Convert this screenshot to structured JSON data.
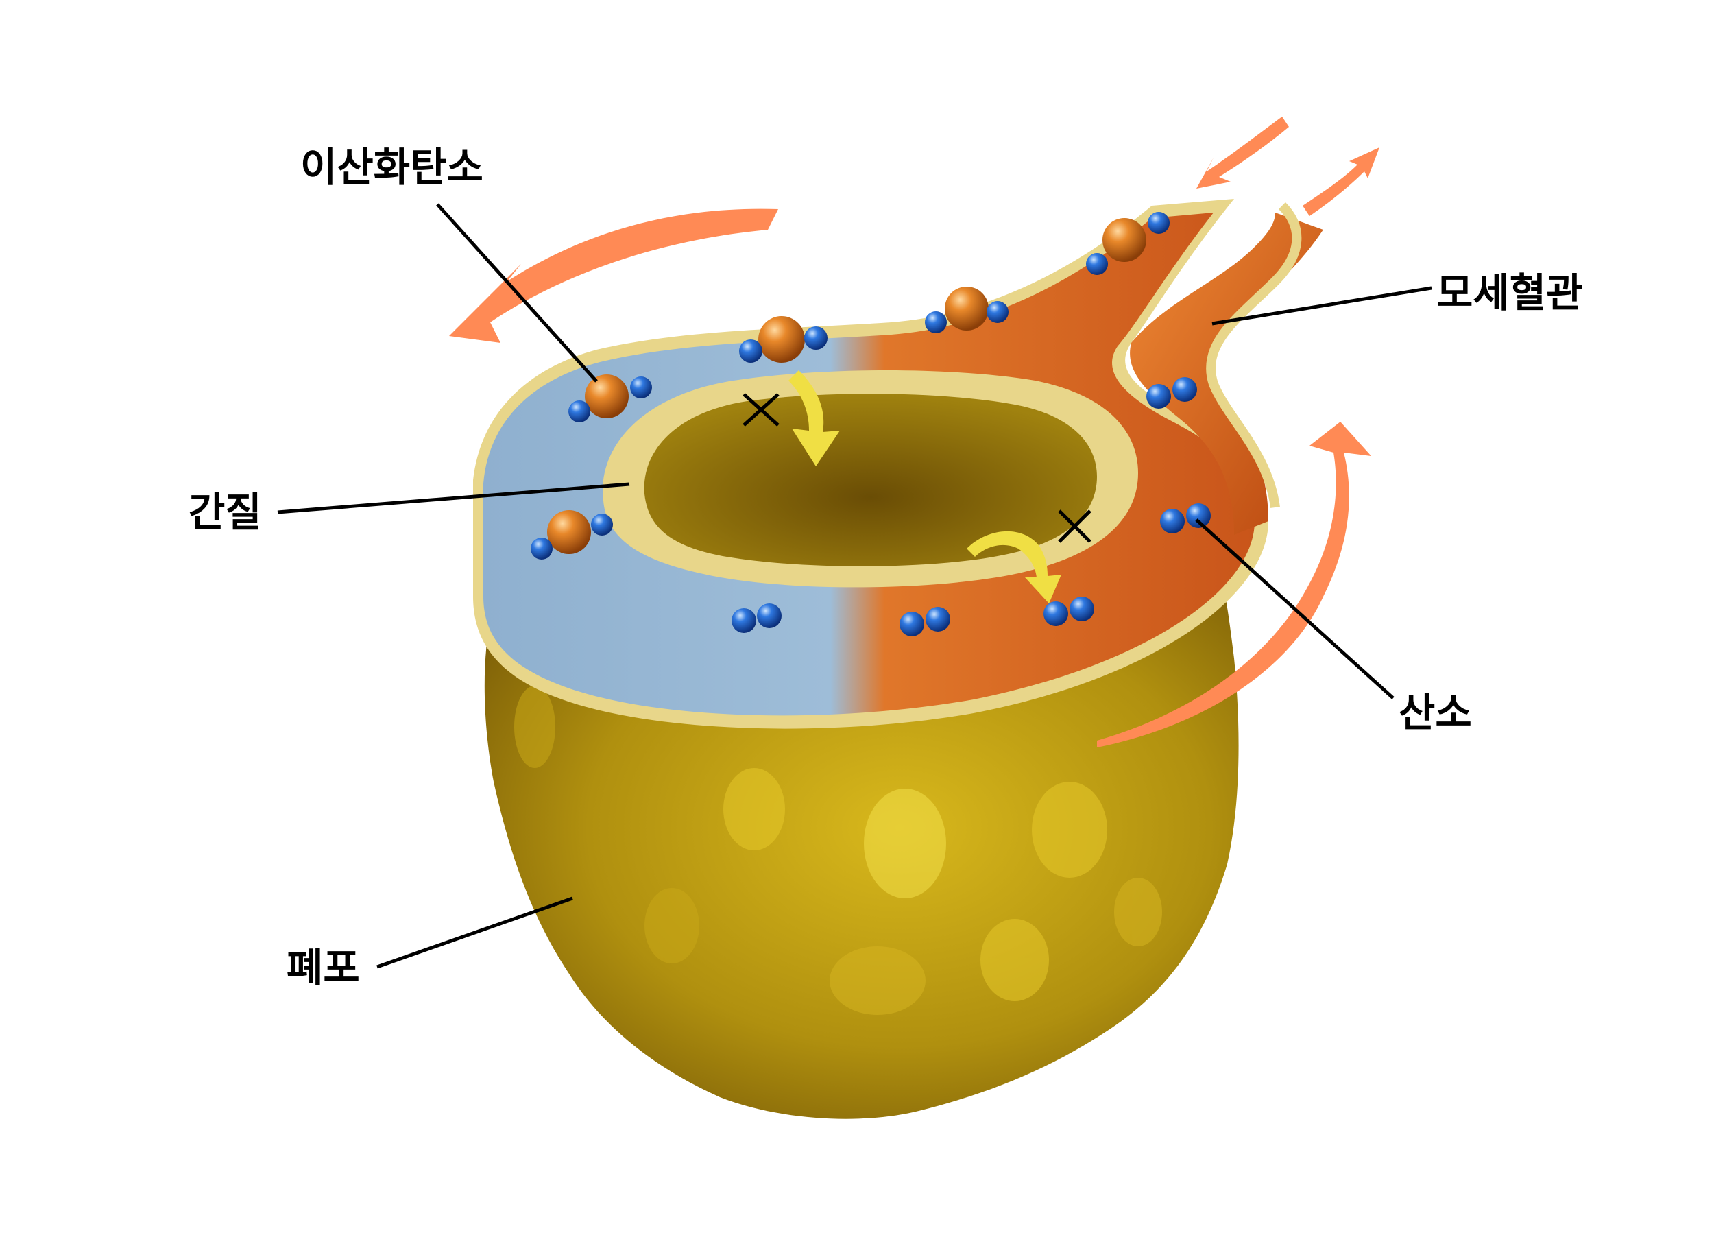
{
  "labels": {
    "carbon_dioxide": "이산화탄소",
    "capillary": "모세혈관",
    "interstitium": "간질",
    "oxygen": "산소",
    "alveolus": "폐포"
  },
  "colors": {
    "alveolus": "#b0900f",
    "alveolus_dark": "#6a4d05",
    "alveolus_light": "#e6c82a",
    "interstitium": "#e8d68a",
    "alveolus_opening": "#8e7210",
    "capillary_deoxygenated": "#8fb0cf",
    "capillary_oxygenated": "#d9621c",
    "blood_flow_arrow": "#ff8a55",
    "gas_exchange_arrow": "#f0df44",
    "carbon_dioxide_molecule": "#d9771f",
    "oxygen_molecule": "#1f5fd0"
  },
  "icons": {
    "blood_flow": "curved-arrow-icon",
    "gas_exchange": "yellow-curved-arrow-icon",
    "blocked": "x-mark-icon"
  }
}
